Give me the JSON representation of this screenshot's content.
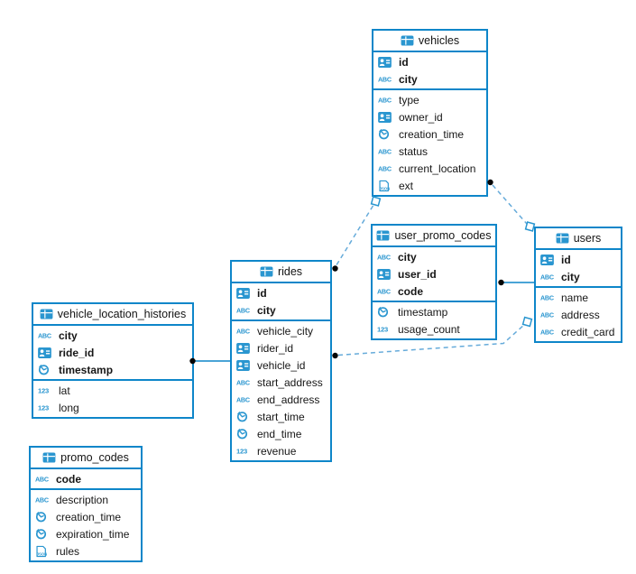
{
  "app": {
    "name": "database-er-diagram",
    "background": "#ffffff"
  },
  "colors": {
    "table_border": "#0e86c9",
    "icon_blue": "#2a96d0",
    "solid_relation_line": "#0e86c9",
    "dashed_relation_line": "#66abda",
    "connector_dot": "#050505",
    "connector_square_fill": "#ffffff",
    "text": "#161616"
  },
  "type_icons": {
    "table": "table-grid-icon",
    "id": "id-badge-icon",
    "string": "abc-icon",
    "timestamp": "clock-icon",
    "number": "123-icon",
    "json": "json-doc-icon"
  },
  "tables": [
    {
      "name": "vehicles",
      "primary_key": [
        {
          "name": "id",
          "type": "id"
        },
        {
          "name": "city",
          "type": "string"
        }
      ],
      "columns": [
        {
          "name": "type",
          "type": "string"
        },
        {
          "name": "owner_id",
          "type": "id"
        },
        {
          "name": "creation_time",
          "type": "timestamp"
        },
        {
          "name": "status",
          "type": "string"
        },
        {
          "name": "current_location",
          "type": "string"
        },
        {
          "name": "ext",
          "type": "json"
        }
      ]
    },
    {
      "name": "user_promo_codes",
      "primary_key": [
        {
          "name": "city",
          "type": "string"
        },
        {
          "name": "user_id",
          "type": "id"
        },
        {
          "name": "code",
          "type": "string"
        }
      ],
      "columns": [
        {
          "name": "timestamp",
          "type": "timestamp"
        },
        {
          "name": "usage_count",
          "type": "number"
        }
      ]
    },
    {
      "name": "users",
      "primary_key": [
        {
          "name": "id",
          "type": "id"
        },
        {
          "name": "city",
          "type": "string"
        }
      ],
      "columns": [
        {
          "name": "name",
          "type": "string"
        },
        {
          "name": "address",
          "type": "string"
        },
        {
          "name": "credit_card",
          "type": "string"
        }
      ]
    },
    {
      "name": "rides",
      "primary_key": [
        {
          "name": "id",
          "type": "id"
        },
        {
          "name": "city",
          "type": "string"
        }
      ],
      "columns": [
        {
          "name": "vehicle_city",
          "type": "string"
        },
        {
          "name": "rider_id",
          "type": "id"
        },
        {
          "name": "vehicle_id",
          "type": "id"
        },
        {
          "name": "start_address",
          "type": "string"
        },
        {
          "name": "end_address",
          "type": "string"
        },
        {
          "name": "start_time",
          "type": "timestamp"
        },
        {
          "name": "end_time",
          "type": "timestamp"
        },
        {
          "name": "revenue",
          "type": "number"
        }
      ]
    },
    {
      "name": "vehicle_location_histories",
      "primary_key": [
        {
          "name": "city",
          "type": "string"
        },
        {
          "name": "ride_id",
          "type": "id"
        },
        {
          "name": "timestamp",
          "type": "timestamp"
        }
      ],
      "columns": [
        {
          "name": "lat",
          "type": "number"
        },
        {
          "name": "long",
          "type": "number"
        }
      ]
    },
    {
      "name": "promo_codes",
      "primary_key": [
        {
          "name": "code",
          "type": "string"
        }
      ],
      "columns": [
        {
          "name": "description",
          "type": "string"
        },
        {
          "name": "creation_time",
          "type": "timestamp"
        },
        {
          "name": "expiration_time",
          "type": "timestamp"
        },
        {
          "name": "rules",
          "type": "json"
        }
      ]
    }
  ],
  "relationships": [
    {
      "from": "rides",
      "to": "vehicles",
      "style": "dashed"
    },
    {
      "from": "users",
      "to": "vehicles",
      "style": "dashed"
    },
    {
      "from": "user_promo_codes",
      "to": "users",
      "style": "solid"
    },
    {
      "from": "rides",
      "to": "users",
      "style": "dashed"
    },
    {
      "from": "vehicle_location_histories",
      "to": "rides",
      "style": "solid"
    }
  ]
}
